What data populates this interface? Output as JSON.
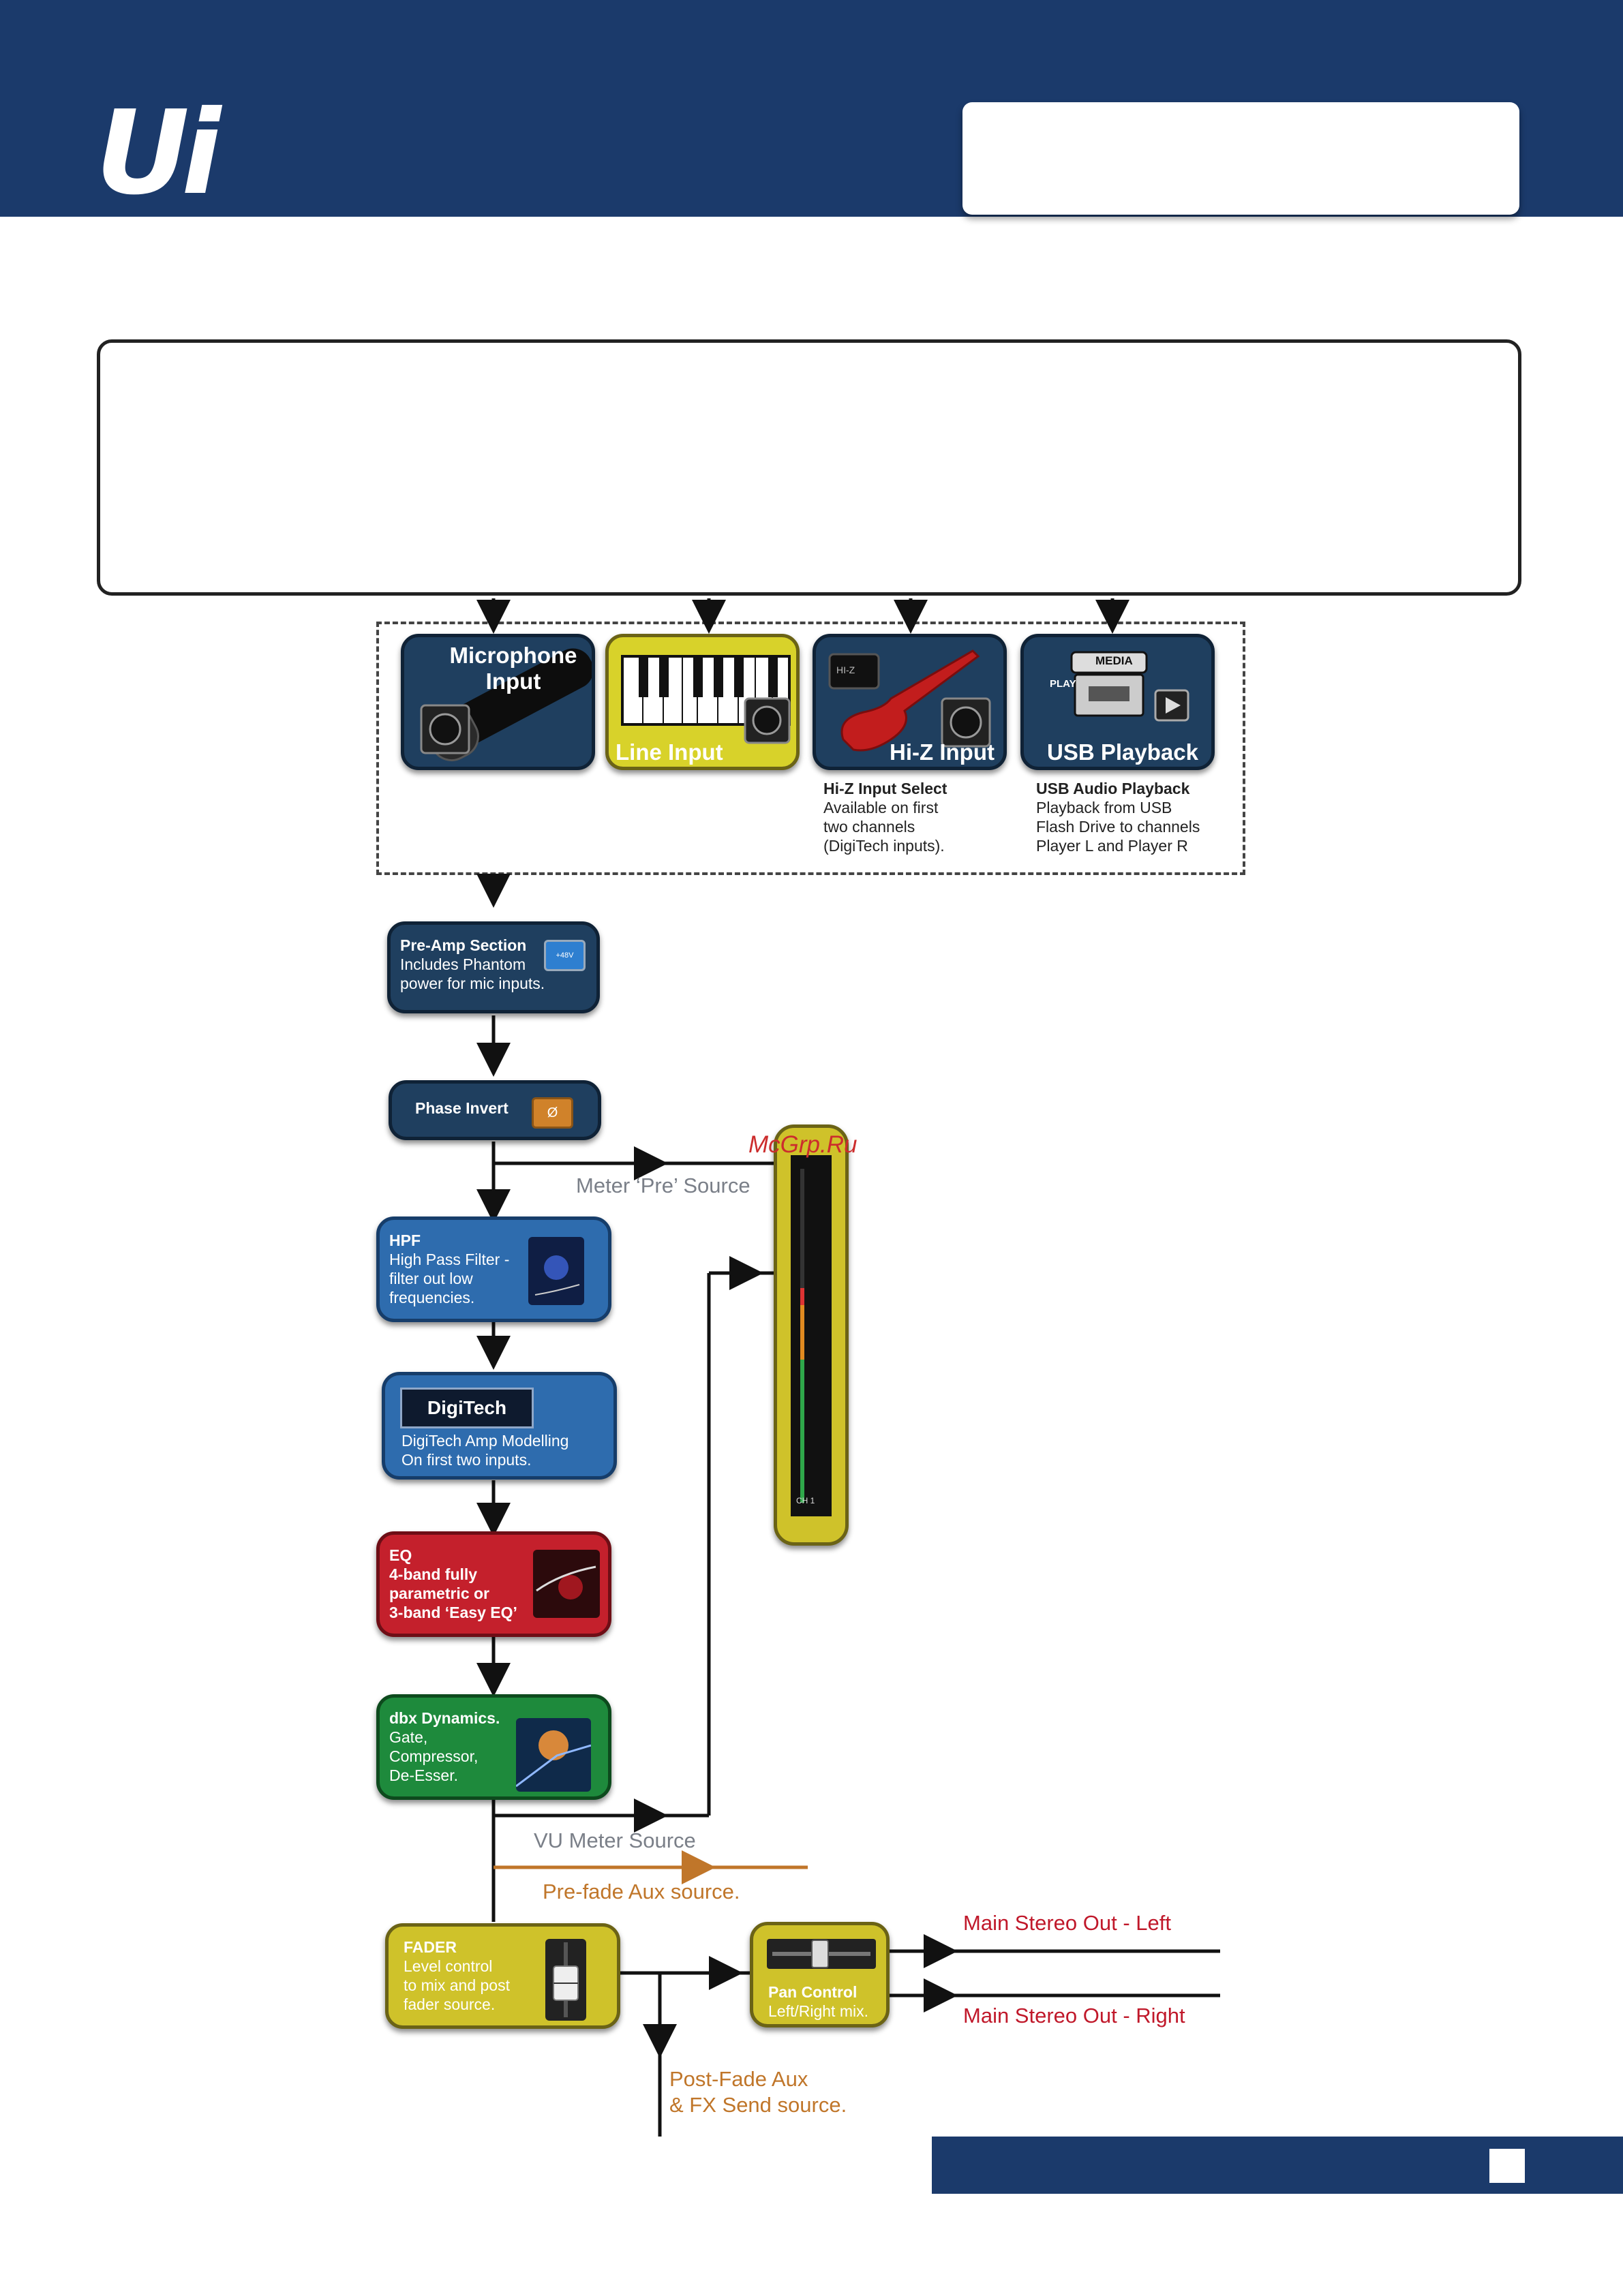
{
  "header": {
    "logo": "Ui"
  },
  "inputs": [
    {
      "title": "Microphone Input",
      "title_l1": "Microphone",
      "title_l2": "Input"
    },
    {
      "title": "Line Input"
    },
    {
      "title": "Hi-Z Input",
      "badge": "HI-Z",
      "note_title": "Hi-Z Input Select",
      "note": [
        "Available on first",
        "two channels",
        "(DigiTech inputs)."
      ]
    },
    {
      "title": "USB Playback",
      "media": "MEDIA",
      "play": "PLAY",
      "note_title": "USB Audio Playback",
      "note": [
        "Playback from USB",
        "Flash Drive to channels",
        "Player L and Player R"
      ]
    }
  ],
  "chain": {
    "preamp": {
      "title": "Pre-Amp Section",
      "lines": [
        "Includes Phantom",
        "power for mic inputs."
      ],
      "button": "+48V"
    },
    "phase": {
      "title": "Phase Invert",
      "button": "Ø"
    },
    "hpf": {
      "title": "HPF",
      "lines": [
        "High Pass Filter -",
        "filter out low",
        "frequencies."
      ]
    },
    "digitech": {
      "logo": "DigiTech",
      "lines": [
        "DigiTech Amp Modelling",
        "On first two inputs."
      ]
    },
    "eq": {
      "title": "EQ",
      "lines": [
        "4-band fully",
        "parametric or",
        "3-band ‘Easy EQ’"
      ]
    },
    "dbx": {
      "title": "dbx Dynamics.",
      "lines": [
        "Gate,",
        "Compressor,",
        "De-Esser."
      ]
    },
    "fader": {
      "title": "FADER",
      "lines": [
        "Level control",
        "to mix and post",
        "fader source."
      ]
    },
    "pan": {
      "title": "Pan Control",
      "sub": "Left/Right mix."
    }
  },
  "meter": {
    "label": "CH 1",
    "scale": [
      "",
      "",
      "",
      "",
      "",
      "",
      "",
      ""
    ]
  },
  "labels": {
    "meter_pre": "Meter ‘Pre’ Source",
    "vu_source": "VU Meter Source",
    "prefade_aux": "Pre-fade Aux source.",
    "out_left": "Main Stereo Out - Left",
    "out_right": "Main Stereo Out - Right",
    "postfade_l1": "Post-Fade Aux",
    "postfade_l2": "& FX Send source."
  },
  "watermark": "McGrp.Ru",
  "colors": {
    "header": "#1b3a6b",
    "eq": "#c4202c",
    "dynamics": "#1e8a3c",
    "fader": "#cfc22a",
    "hpf": "#2e6cae"
  }
}
